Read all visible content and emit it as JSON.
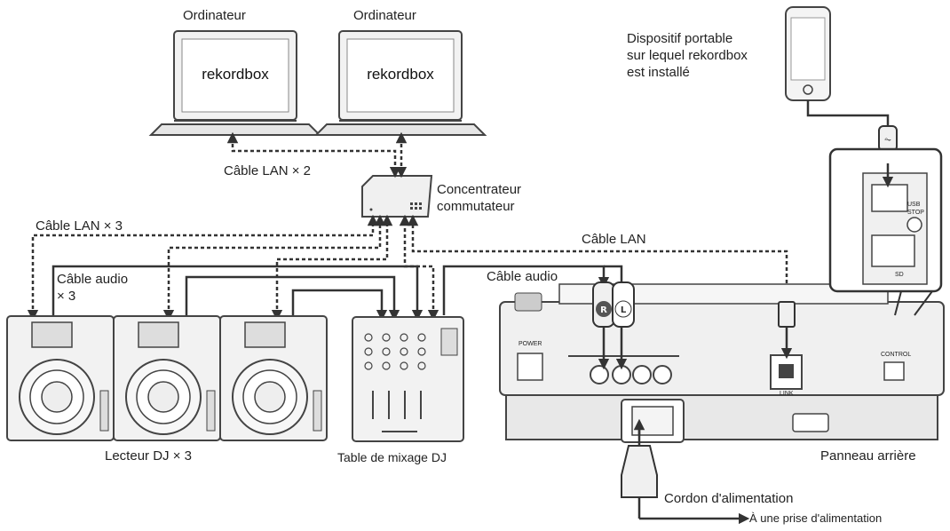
{
  "labels": {
    "computer_1": "Ordinateur",
    "computer_2": "Ordinateur",
    "screen_1": "rekordbox",
    "screen_2": "rekordbox",
    "portable_device": "Dispositif portable\nsur lequel rekordbox\nest installé",
    "lan_cable_x2": "Câble LAN × 2",
    "hub": "Concentrateur\ncommutateur",
    "lan_cable_x3": "Câble LAN × 3",
    "lan_cable": "Câble LAN",
    "audio_cable_x3": "Câble audio\n× 3",
    "audio_cable": "Câble audio",
    "dj_players": "Lecteur DJ × 3",
    "dj_mixer": "Table de mixage DJ",
    "rear_panel": "Panneau arrière",
    "power_cord": "Cordon d'alimentation",
    "power_outlet": "À une prise d'alimentation"
  },
  "panel_text": {
    "power": "POWER",
    "link": "LINK",
    "control": "CONTROL",
    "usb_stop": "USB\nSTOP",
    "sd": "SD"
  }
}
